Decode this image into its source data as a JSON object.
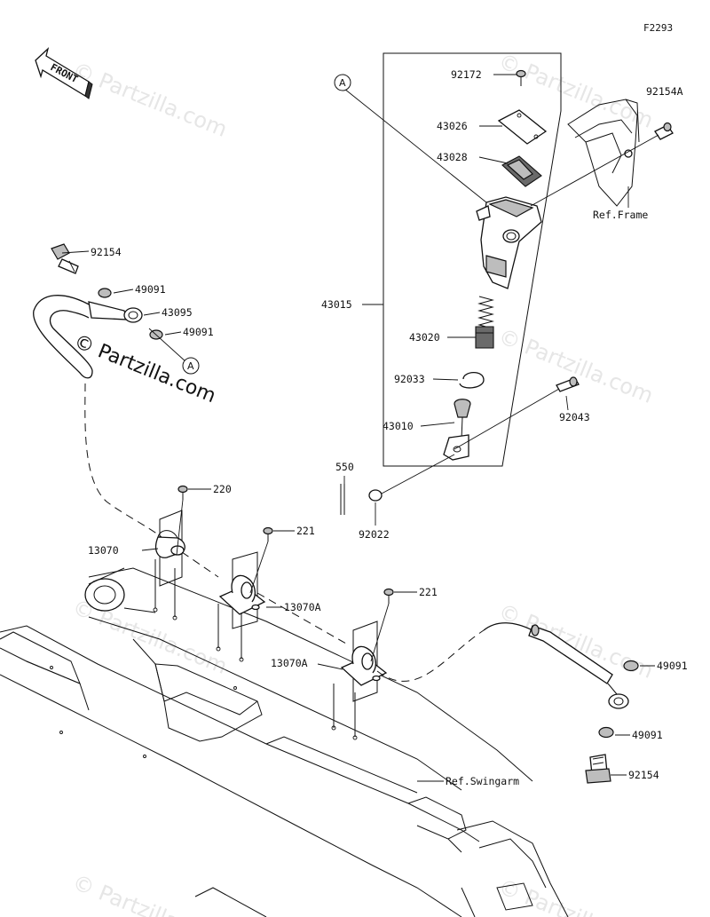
{
  "figure_id": "F2293",
  "front_label": "FRONT",
  "watermark_main": "© Partzilla.com",
  "watermark_faint": "© Partzilla.com",
  "callout_letter": "A",
  "reference_labels": {
    "frame": "Ref.Frame",
    "swingarm": "Ref.Swingarm"
  },
  "part_labels": {
    "p92172": "92172",
    "p43026": "43026",
    "p43028": "43028",
    "p92154A": "92154A",
    "p43015": "43015",
    "p43020": "43020",
    "p92033": "92033",
    "p43010": "43010",
    "p92043": "92043",
    "p550": "550",
    "p92022": "92022",
    "p92154_top": "92154",
    "p49091_top1": "49091",
    "p43095": "43095",
    "p49091_top2": "49091",
    "p220": "220",
    "p13070": "13070",
    "p221_a": "221",
    "p13070A_a": "13070A",
    "p221_b": "221",
    "p13070A_b": "13070A",
    "p49091_bot1": "49091",
    "p49091_bot2": "49091",
    "p92154_bot": "92154"
  }
}
